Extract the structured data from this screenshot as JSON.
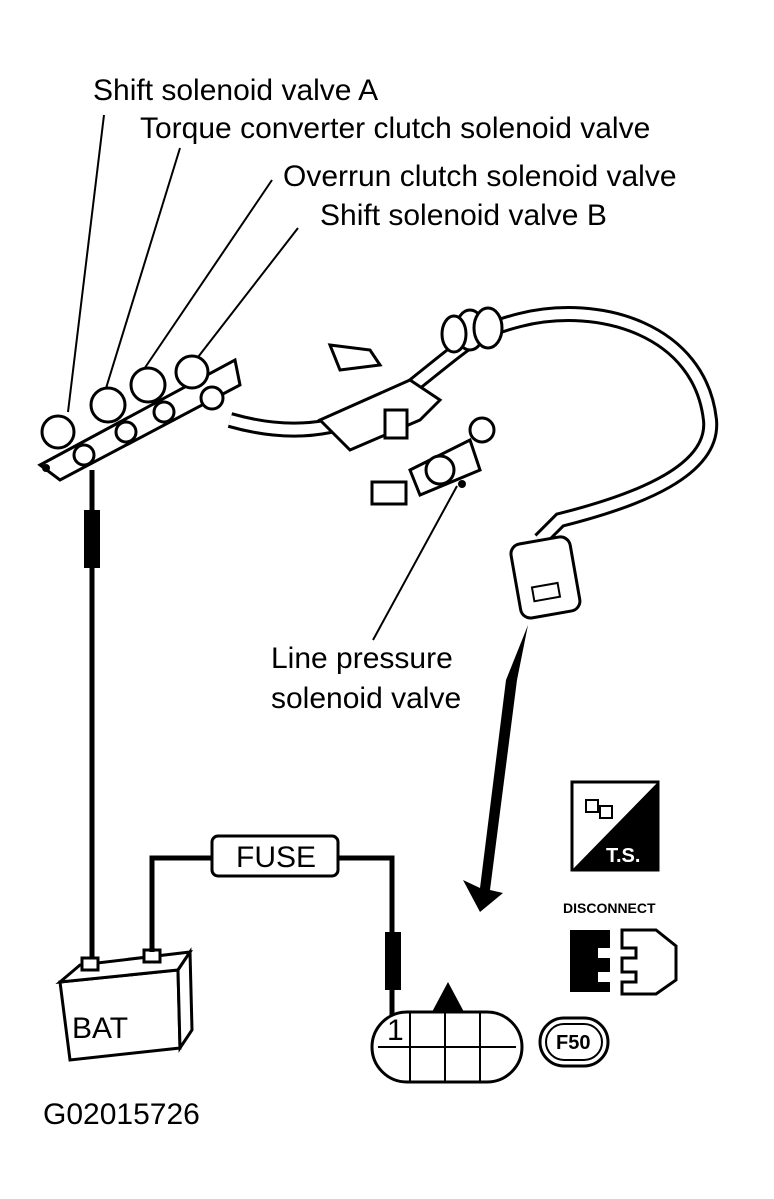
{
  "labels": {
    "shift_a": "Shift solenoid valve A",
    "torque": "Torque converter clutch solenoid valve",
    "overrun": "Overrun clutch solenoid valve",
    "shift_b": "Shift solenoid valve B",
    "line_pressure_1": "Line pressure",
    "line_pressure_2": "solenoid valve",
    "fuse": "FUSE",
    "battery": "BAT",
    "terminal": "1",
    "connector_code": "F50",
    "ts": "T.S.",
    "disconnect": "DISCONNECT",
    "figure_id": "G02015726"
  },
  "icons": [
    "ts-tester-icon",
    "disconnect-connector-icon",
    "battery-icon",
    "fuse-icon",
    "connector-icon"
  ],
  "colors": {
    "ink": "#000000",
    "paper": "#ffffff"
  }
}
